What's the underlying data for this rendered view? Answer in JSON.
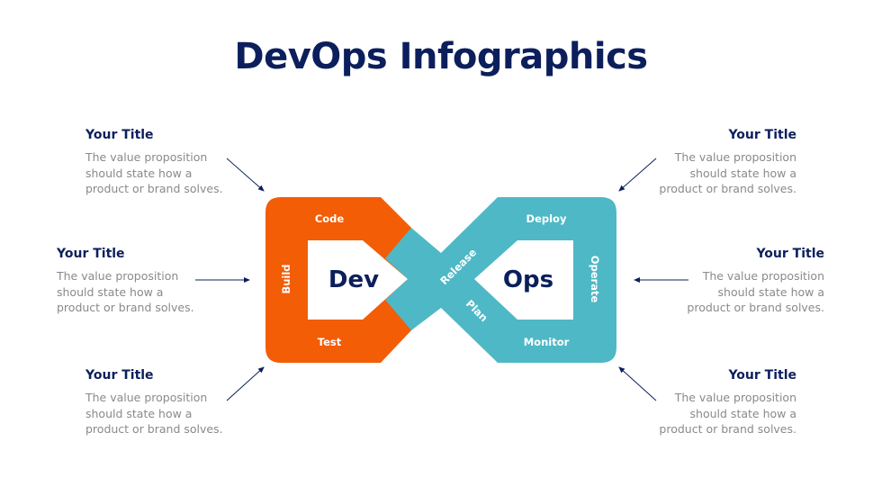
{
  "title": "DevOps Infographics",
  "colors": {
    "navy": "#0c1f5c",
    "orange": "#f25d06",
    "teal": "#4fb8c6",
    "body_text": "#8a8a8a"
  },
  "blocks": [
    {
      "title": "Your Title",
      "lines": [
        "The value proposition",
        "should state how a",
        "product or brand solves."
      ]
    },
    {
      "title": "Your Title",
      "lines": [
        "The value proposition",
        "should state how a",
        "product or brand solves."
      ]
    },
    {
      "title": "Your Title",
      "lines": [
        "The value proposition",
        "should state how a",
        "product or brand solves."
      ]
    },
    {
      "title": "Your Title",
      "lines": [
        "The value proposition",
        "should state how a",
        "product or brand solves."
      ]
    },
    {
      "title": "Your Title",
      "lines": [
        "The value proposition",
        "should state how a",
        "product or brand solves."
      ]
    },
    {
      "title": "Your Title",
      "lines": [
        "The value proposition",
        "should state how a",
        "product or brand solves."
      ]
    }
  ],
  "loop": {
    "dev": "Dev",
    "ops": "Ops",
    "stages": {
      "code": "Code",
      "build": "Build",
      "test": "Test",
      "release": "Release",
      "plan": "Plan",
      "deploy": "Deploy",
      "operate": "Operate",
      "monitor": "Monitor"
    }
  }
}
